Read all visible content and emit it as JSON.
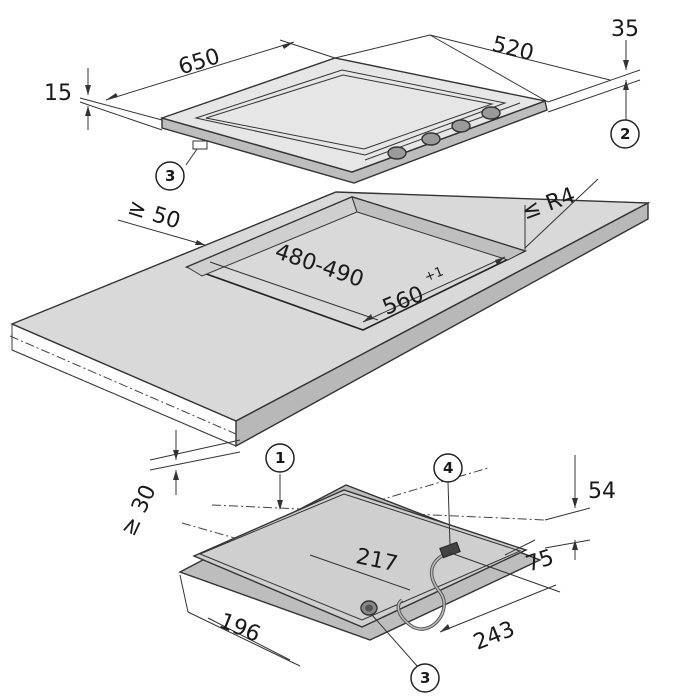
{
  "dimensions": {
    "d650": "650",
    "d520": "520",
    "d35": "35",
    "d15": "15",
    "r4": "≤ R4",
    "d50": "≥ 50",
    "d480_490": "480-490",
    "d560": "560",
    "d560_tol": "+1",
    "d30": "≥ 30",
    "d54": "54",
    "d217": "217",
    "d75": "75",
    "d196": "196",
    "d243": "243"
  },
  "callouts": {
    "c1": "1",
    "c2": "2",
    "c3_top": "3",
    "c3_bottom": "3",
    "c4": "4"
  },
  "colors": {
    "cooktop_top": "#e6e6e6",
    "cooktop_side": "#bdbdbd",
    "glass": "#f2f2f2",
    "counter_top": "#d9d9d9",
    "counter_front": "#b8b8b8",
    "cutout": "#ffffff",
    "underside": "#cfcfcf",
    "line": "#333333"
  }
}
